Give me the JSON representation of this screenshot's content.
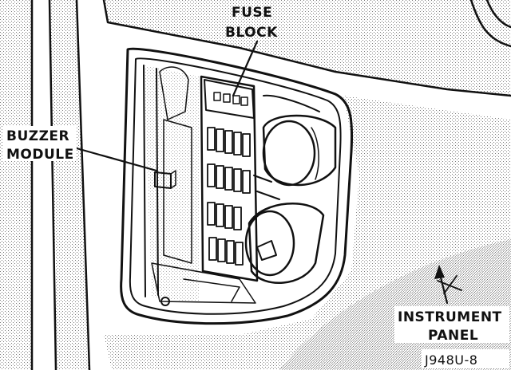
{
  "labels": {
    "fuse_block_line1": "FUSE",
    "fuse_block_line2": "BLOCK",
    "buzzer_module_line1": "BUZZER",
    "buzzer_module_line2": "MODULE",
    "instrument_panel_line1": "INSTRUMENT",
    "instrument_panel_line2": "PANEL"
  },
  "figure_id": "J948U-8",
  "colors": {
    "ink": "#111111",
    "stipple": "#9a9a9a",
    "paper": "#ffffff"
  }
}
